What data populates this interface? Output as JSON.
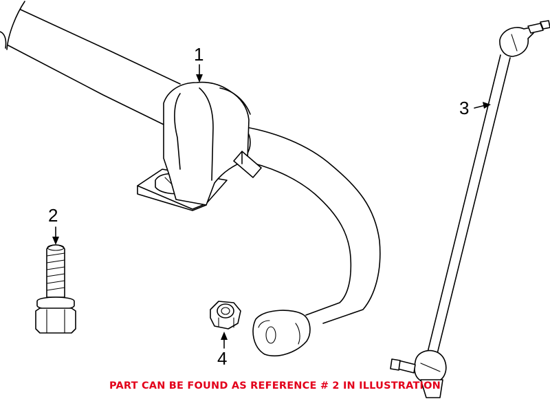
{
  "callouts": {
    "c1": "1",
    "c2": "2",
    "c3": "3",
    "c4": "4"
  },
  "caption": {
    "text": "PART CAN BE FOUND AS REFERENCE # 2 IN ILLUSTRATION",
    "color": "#e3001b"
  },
  "parts": {
    "p1": "stabilizer-bar-bushing",
    "p2": "bolt",
    "p3": "stabilizer-link",
    "p4": "nut"
  }
}
